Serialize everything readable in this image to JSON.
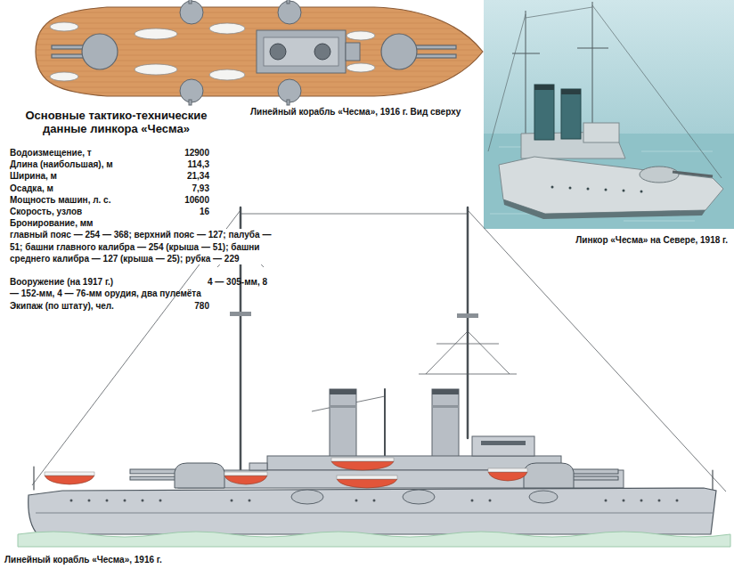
{
  "diagram": {
    "title": "Основные тактико-технические данные линкора «Чесма»",
    "labels": [
      "Линейный корабль «Чесма», 1916 г. Вид сверху",
      "Водоизмещение, т",
      "12900",
      "Длина (наибольшая), м",
      "114,3",
      "Ширина, м",
      "21,34",
      "Осадка, м",
      "7,93",
      "Мощность машин, л. с.",
      "10600",
      "Скорость, узлов",
      "16",
      "Бронирование, мм",
      "главный пояс — 254 — 368; верхний пояс — 127; палуба — 51; башни главного калибра — 254 (крыша — 51); башни среднего калибра — 127 (крыша — 25); рубка — 229",
      "Вооружение (на 1917 г.)",
      "4 — 305-мм, 8 — 152-мм, 4 — 76-мм орудия, два пулемёта",
      "Экипаж (по штату), чел.",
      "780",
      "Линкор «Чесма» на Севере, 1918 г.",
      "Линейный корабль «Чесма», 1916 г."
    ]
  }
}
